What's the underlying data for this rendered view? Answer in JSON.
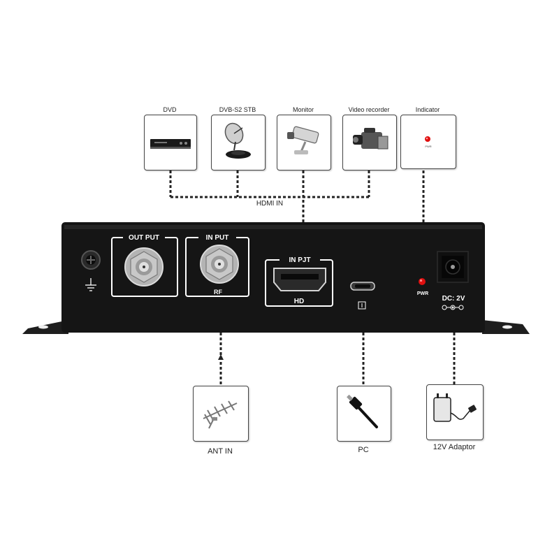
{
  "top_devices": [
    {
      "caption": "DVD",
      "icon": "dvd-player-icon"
    },
    {
      "caption": "DVB-S2 STB",
      "icon": "satellite-dish-icon"
    },
    {
      "caption": "Monitor",
      "icon": "security-camera-icon"
    },
    {
      "caption": "Video recorder",
      "icon": "camcorder-icon"
    },
    {
      "caption": "Indicator",
      "icon": "led-indicator-icon",
      "small_label": "PWR"
    }
  ],
  "hdmi_in_label": "HDMI IN",
  "panel": {
    "output_label": "OUT PUT",
    "input_label": "IN PUT",
    "rf_mark": "RF",
    "hdmi_label": "IN PJT",
    "hd_label": "HD",
    "pwr_label": "PWR",
    "dc_label": "DC: 2V"
  },
  "bottom_devices": [
    {
      "caption": "ANT IN",
      "icon": "antenna-icon"
    },
    {
      "caption": "PC",
      "icon": "usb-cable-icon"
    },
    {
      "caption": "12V Adaptor",
      "icon": "power-adapter-icon"
    }
  ],
  "colors": {
    "panel": "#151515",
    "led": "#e01010",
    "line": "#222222"
  }
}
